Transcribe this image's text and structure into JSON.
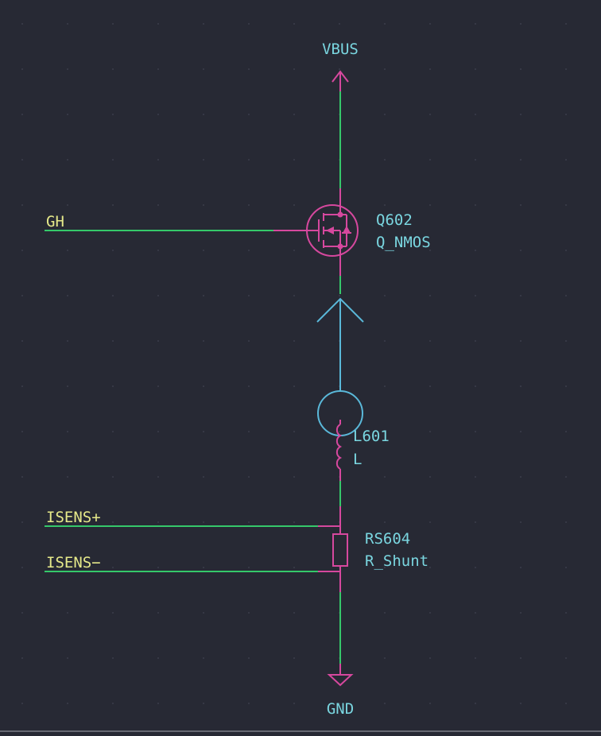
{
  "colors": {
    "background": "#272934",
    "wire": "#35c86a",
    "symbol": "#d6489e",
    "power_symbol": "#d6489e",
    "net_label": "#e6e98a",
    "ref_text": "#7ad6e0",
    "probe": "#5ab8d9",
    "grid_dot": "#3b3e4b",
    "bottom_line": "#7d7f88"
  },
  "power": {
    "vbus": "VBUS",
    "gnd": "GND"
  },
  "labels": {
    "gh": "GH",
    "isens_p": "ISENS+",
    "isens_n": "ISENS−"
  },
  "q602": {
    "ref": "Q602",
    "value": "Q_NMOS"
  },
  "l601": {
    "ref": "L601",
    "value": "L"
  },
  "rs604": {
    "ref": "RS604",
    "value": "R_Shunt"
  },
  "icons": {
    "vbus": "power-arrow-up-icon",
    "gnd": "ground-triangle-icon",
    "mosfet": "nmos-transistor-icon",
    "inductor": "inductor-coil-icon",
    "resistor": "resistor-rectangle-icon",
    "probe": "current-probe-icon"
  }
}
